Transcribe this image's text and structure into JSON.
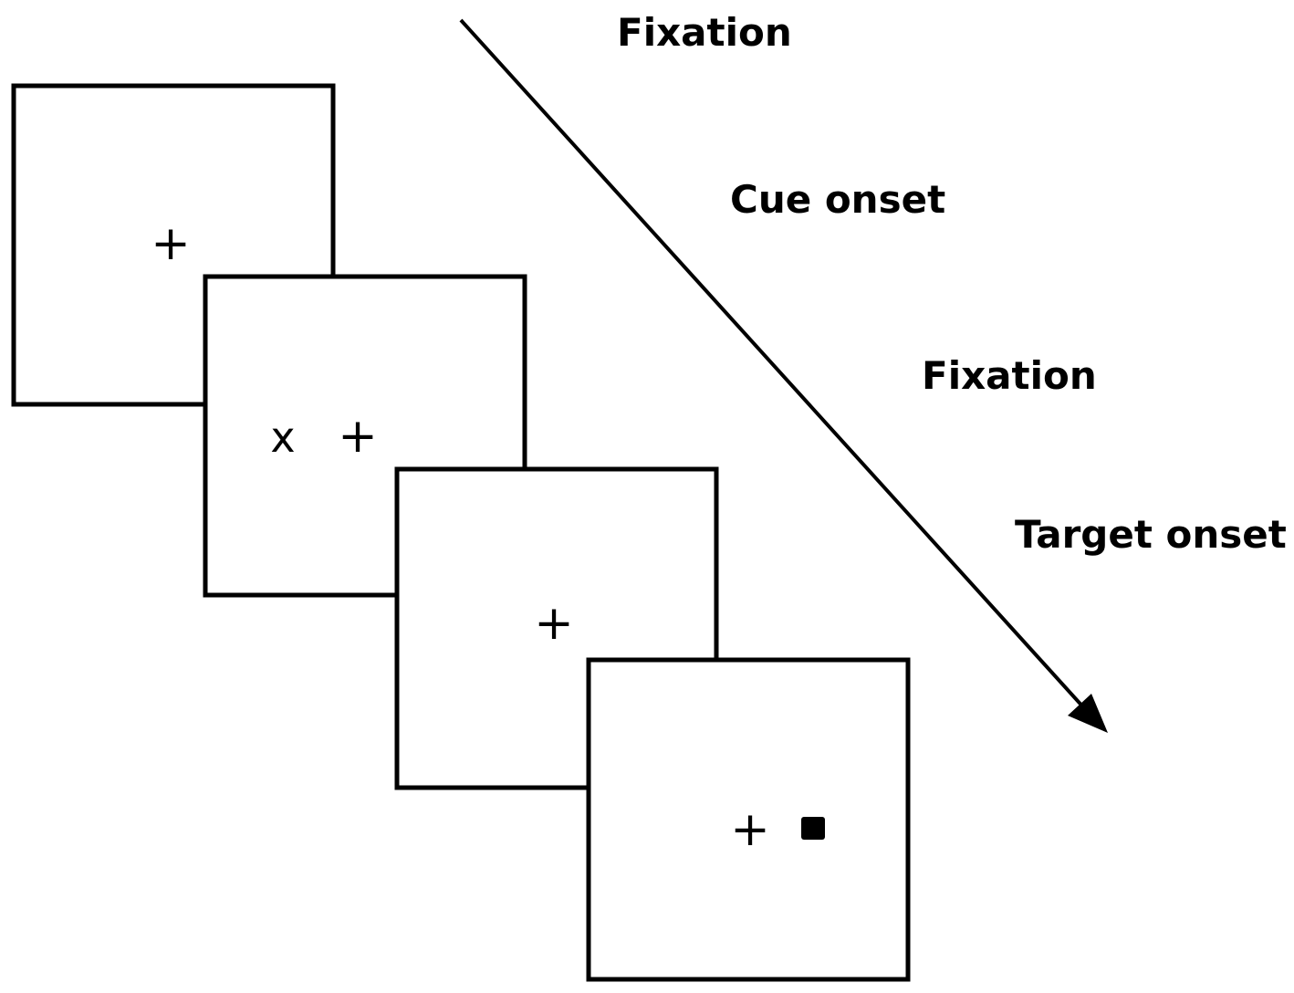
{
  "colors": {
    "stroke": "#000000",
    "background": "#ffffff"
  },
  "frames": [
    {
      "fixation_symbol": "+"
    },
    {
      "cue_symbol": "x",
      "fixation_symbol": "+"
    },
    {
      "fixation_symbol": "+"
    },
    {
      "fixation_symbol": "+",
      "target_icon": "filled-square-icon"
    }
  ],
  "timeline": {
    "arrow_icon": "arrow-down-right-icon",
    "labels": [
      "Fixation",
      "Cue onset",
      "Fixation",
      "Target onset"
    ]
  }
}
